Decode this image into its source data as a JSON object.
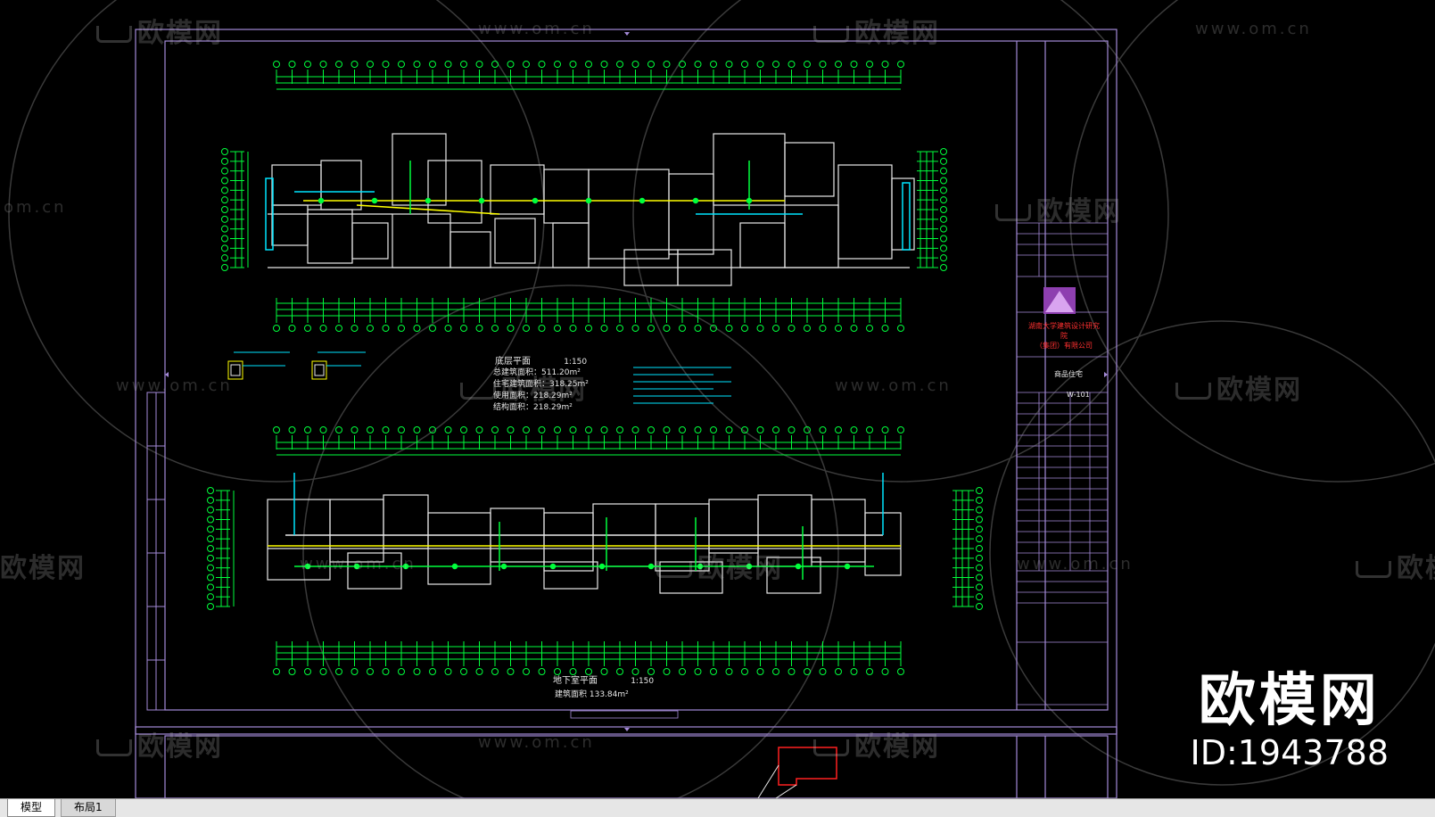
{
  "app": {
    "title": "CAD Layout Viewer"
  },
  "drawing": {
    "upper_plan_title": "底层平面",
    "upper_plan_scale": "1:150",
    "upper_areas": [
      {
        "label": "总建筑面积：",
        "value": "511.20m²"
      },
      {
        "label": "住宅建筑面积：",
        "value": "318.25m²"
      },
      {
        "label": "使用面积：",
        "value": "218.29m²"
      },
      {
        "label": "结构面积：",
        "value": "218.29m²"
      }
    ],
    "lower_plan_title": "地下室平面",
    "lower_plan_scale": "1:150",
    "lower_area": "建筑面积 133.84m²",
    "title_block": {
      "company": "湖南大学建筑设计研究院",
      "company_sub": "（集团）有限公司",
      "project": "商品住宅",
      "sheet_label": "W-101"
    }
  },
  "watermarks": {
    "brand": "欧模网",
    "url": "www.om.cn",
    "url_short": "om.cn",
    "id": "ID:1943788"
  },
  "tabs": [
    {
      "label": "模型",
      "active": true
    },
    {
      "label": "布局1",
      "active": false
    }
  ],
  "colors": {
    "background": "#000000",
    "frame": "#9b7bd4",
    "green": "#00ff3c",
    "white": "#e8e8e8",
    "yellow": "#ffff00",
    "cyan": "#00e5ff",
    "red": "#ff2020",
    "magenta": "#cc33cc"
  }
}
